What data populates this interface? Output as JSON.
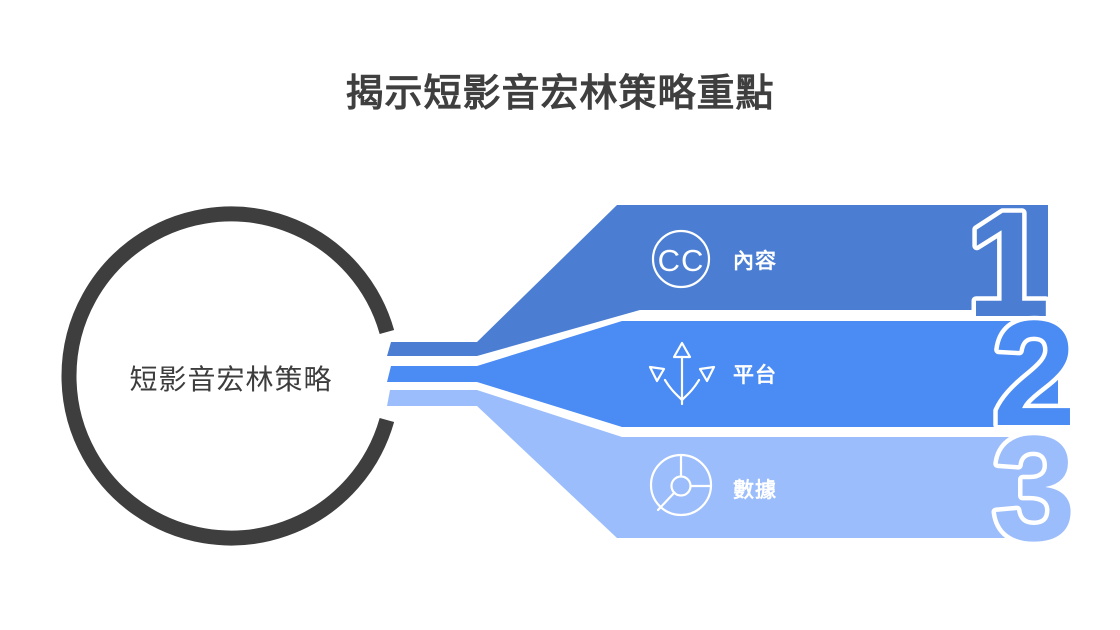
{
  "page": {
    "background": "#ffffff"
  },
  "title": {
    "text": "揭示短影音宏林策略重點",
    "color": "#3f3f3f"
  },
  "hub": {
    "label": "短影音宏林策略",
    "ring_color": "#3e3e3e",
    "text_color": "#3d3d3d"
  },
  "branches": [
    {
      "number": "1",
      "label": "內容",
      "icon": "cc-icon",
      "icon_text": "CC",
      "color": "#4b7ed2"
    },
    {
      "number": "2",
      "label": "平台",
      "icon": "branch-arrows-icon",
      "color": "#4a8bf4"
    },
    {
      "number": "3",
      "label": "數據",
      "icon": "donut-chart-icon",
      "color": "#9cbdfb"
    }
  ],
  "label_color": "#ffffff"
}
